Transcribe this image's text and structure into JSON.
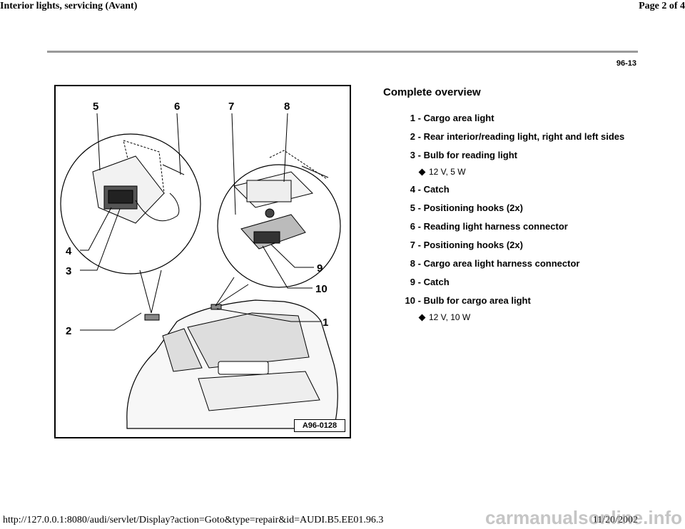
{
  "header": {
    "title": "Interior lights, servicing (Avant)",
    "page": "Page 2 of 4",
    "page_number": "96-13"
  },
  "figure": {
    "code": "A96-0128",
    "labels": [
      "1",
      "2",
      "3",
      "4",
      "5",
      "6",
      "7",
      "8",
      "9",
      "10"
    ]
  },
  "section": {
    "title": "Complete overview",
    "items": [
      {
        "num": "1",
        "text": "Cargo area light"
      },
      {
        "num": "2",
        "text": "Rear interior/reading light, right and left sides"
      },
      {
        "num": "3",
        "text": "Bulb for reading light",
        "sub": "12 V, 5 W"
      },
      {
        "num": "4",
        "text": "Catch"
      },
      {
        "num": "5",
        "text": "Positioning hooks (2x)"
      },
      {
        "num": "6",
        "text": "Reading light harness connector"
      },
      {
        "num": "7",
        "text": "Positioning hooks (2x)"
      },
      {
        "num": "8",
        "text": "Cargo area light harness connector"
      },
      {
        "num": "9",
        "text": "Catch"
      },
      {
        "num": "10",
        "text": "Bulb for cargo area light",
        "sub": "12 V, 10 W"
      }
    ]
  },
  "footer": {
    "url": "http://127.0.0.1:8080/audi/servlet/Display?action=Goto&type=repair&id=AUDI.B5.EE01.96.3",
    "date": "11/20/2002",
    "watermark": "carmanualsonline.info"
  }
}
